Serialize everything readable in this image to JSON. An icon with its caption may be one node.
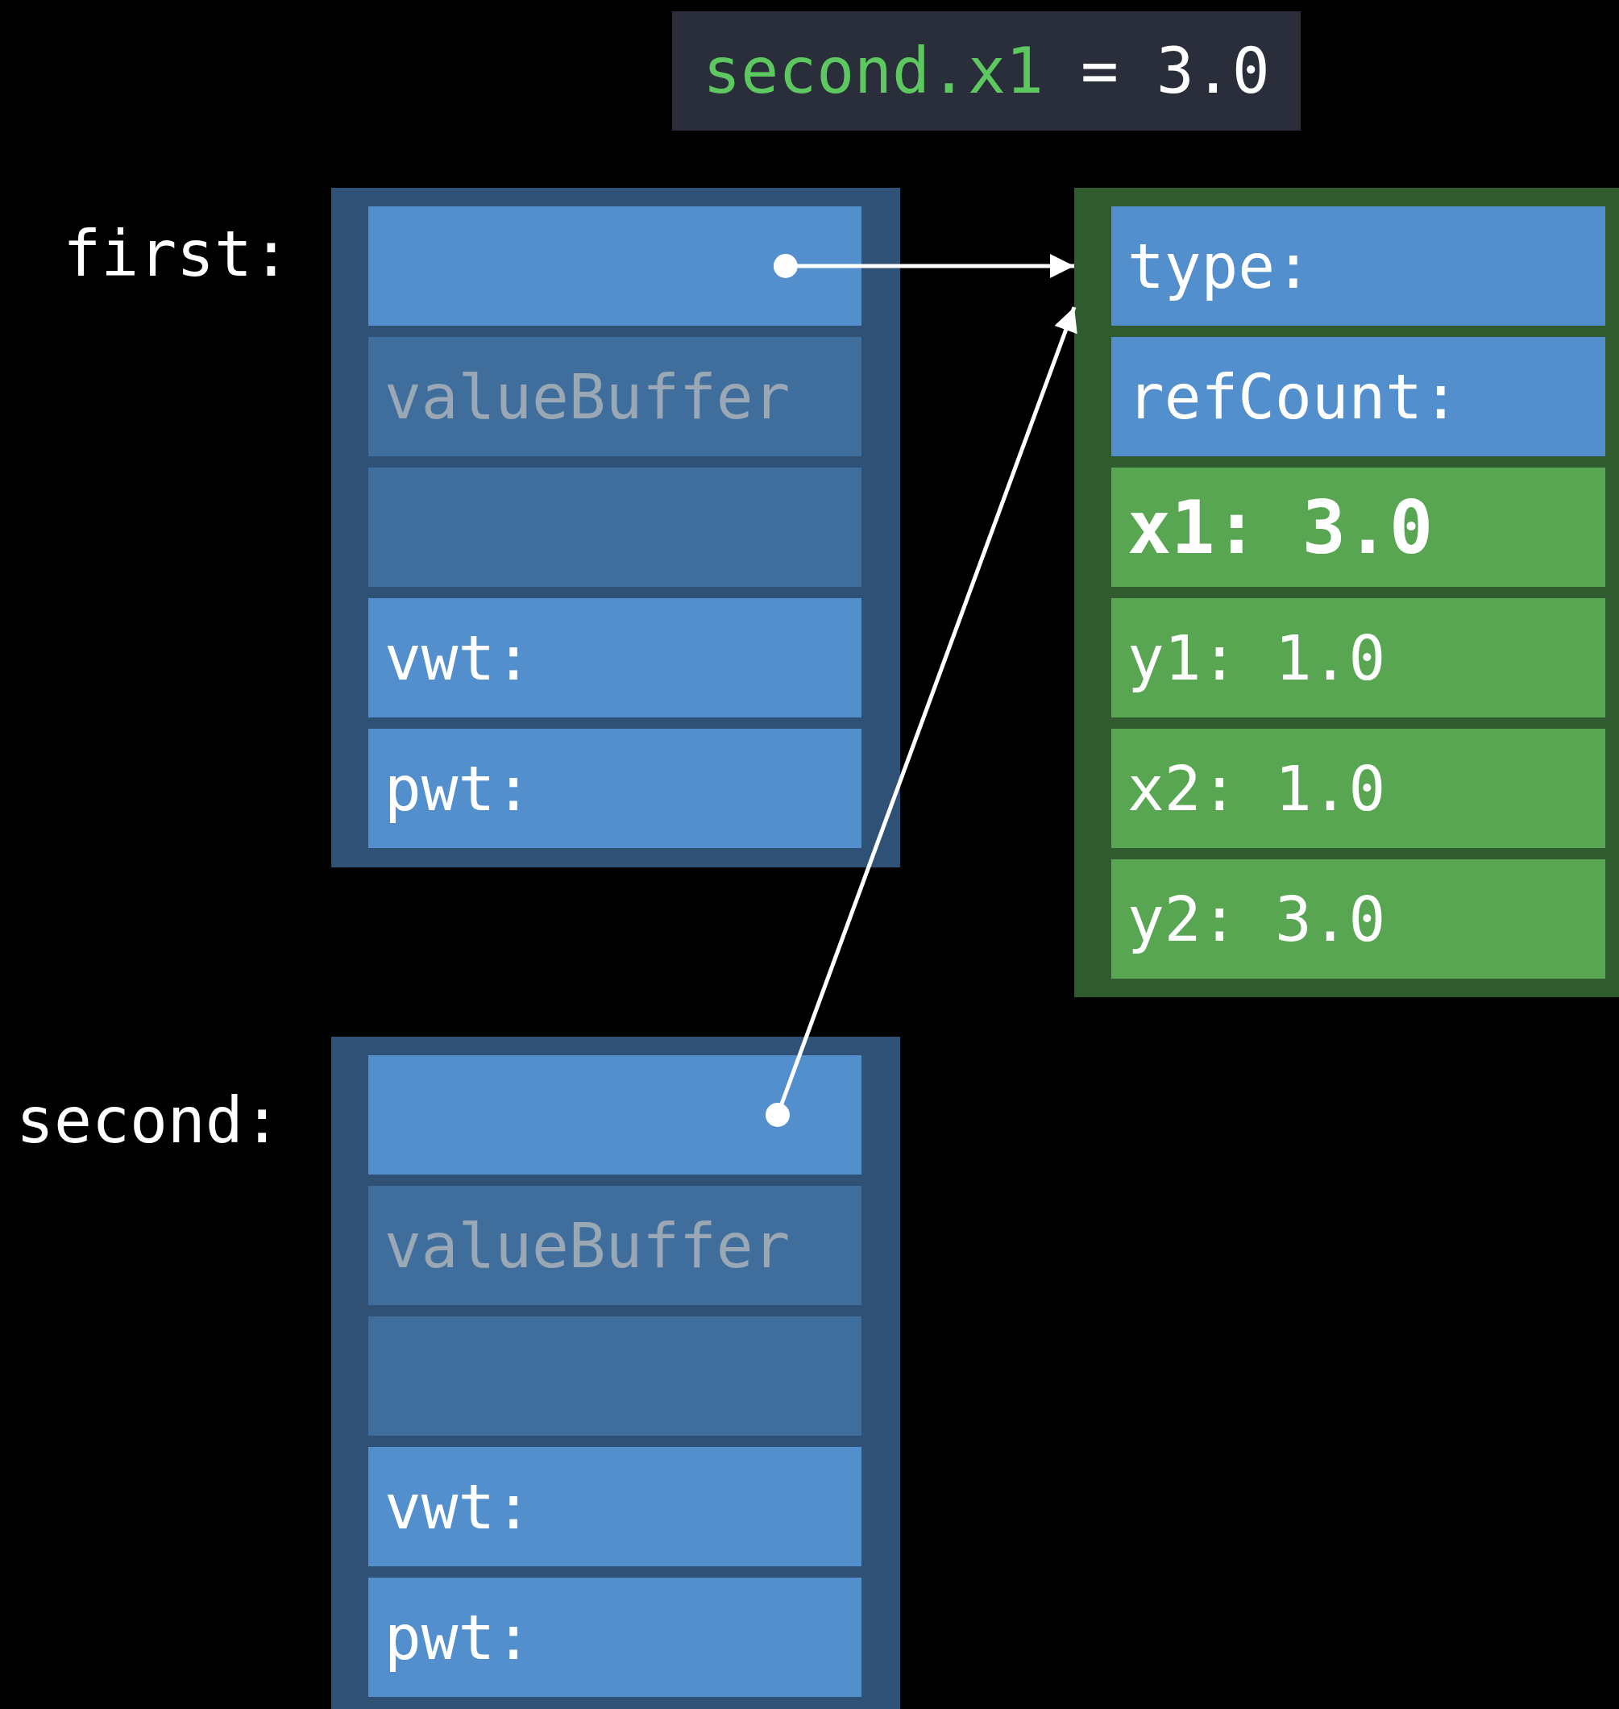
{
  "diagram": {
    "nodes": [
      {
        "text": [],
        "shape": "box",
        "beside": [
          "first:"
        ]
      },
      {
        "text": [],
        "shape": "box",
        "in": 0
      },
      {
        "text": [
          "valueBuffer"
        ],
        "in": 0
      },
      {
        "text": [],
        "shape": "box",
        "in": 0
      },
      {
        "text": [
          "vwt:"
        ],
        "in": 0
      },
      {
        "text": [
          "pwt:"
        ],
        "in": 0
      },
      {
        "text": [],
        "shape": "box"
      },
      {
        "text": [
          "type:"
        ],
        "in": 6
      },
      {
        "text": [
          "refCount:"
        ],
        "in": 6
      },
      {
        "text": [
          "x1: 3.0"
        ],
        "in": 6
      },
      {
        "text": [
          "y1: 1.0"
        ],
        "in": 6
      },
      {
        "text": [
          "x2: 1.0"
        ],
        "in": 6
      },
      {
        "text": [
          "y2: 3.0"
        ],
        "in": 6
      },
      {
        "text": [],
        "shape": "box",
        "beside": [
          "second:"
        ]
      },
      {
        "text": [],
        "shape": "box",
        "in": 13
      },
      {
        "text": [
          "valueBuffer"
        ],
        "in": 13
      },
      {
        "text": [],
        "shape": "box",
        "in": 13
      },
      {
        "text": [
          "vwt:"
        ],
        "in": 13
      },
      {
        "text": [
          "pwt:"
        ],
        "in": 13
      }
    ],
    "edges": [
      {
        "from": 1,
        "to": 6,
        "arrow": "to"
      },
      {
        "from": 14,
        "to": 6,
        "arrow": "to"
      }
    ],
    "labels": [
      "second.x1",
      "= 3.0"
    ]
  }
}
